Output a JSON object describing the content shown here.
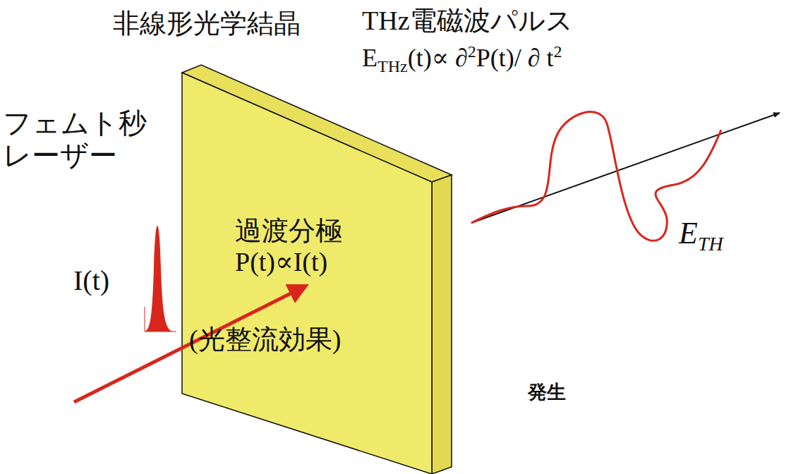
{
  "diagram": {
    "nodes": [
      {
        "text": [
          "非線形光学結晶",
          "過渡分極 P(t)∝I(t)",
          "(光整流効果)"
        ]
      }
    ],
    "labels": [
      "THz電磁波パルス",
      "E",
      "THz",
      "(t)∝ ∂",
      "2",
      "P(t)/ ∂ t",
      "2",
      "フェムト秒 レーザー",
      "I(t)",
      "E",
      "TH",
      "発生"
    ]
  }
}
